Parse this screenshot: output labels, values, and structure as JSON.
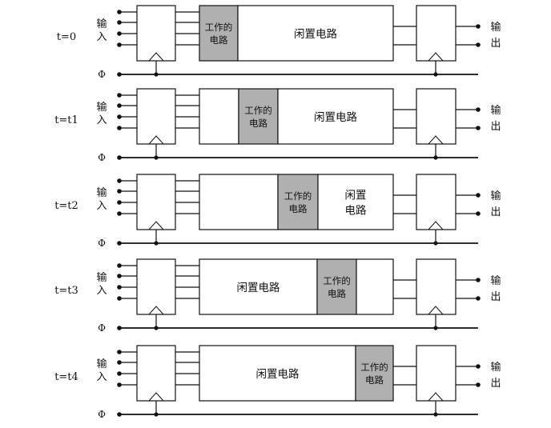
{
  "rows": [
    {
      "time_label": "t=0",
      "input_label": [
        "输",
        "入"
      ],
      "output_label": [
        "输",
        "出"
      ],
      "clock_label": "Φ",
      "blocks": [
        {
          "kind": "working",
          "lines": [
            "工作的",
            "电路"
          ]
        },
        {
          "kind": "idle",
          "lines": [
            "闲置电路"
          ]
        }
      ]
    },
    {
      "time_label": "t=t1",
      "input_label": [
        "输",
        "入"
      ],
      "output_label": [
        "输",
        "出"
      ],
      "clock_label": "Φ",
      "blocks": [
        {
          "kind": "blank",
          "lines": []
        },
        {
          "kind": "working",
          "lines": [
            "工作的",
            "电路"
          ]
        },
        {
          "kind": "idle",
          "lines": [
            "闲置电路"
          ]
        }
      ]
    },
    {
      "time_label": "t=t2",
      "input_label": [
        "输",
        "入"
      ],
      "output_label": [
        "输",
        "出"
      ],
      "clock_label": "Φ",
      "blocks": [
        {
          "kind": "blank",
          "lines": []
        },
        {
          "kind": "working",
          "lines": [
            "工作的",
            "电路"
          ]
        },
        {
          "kind": "idle",
          "lines": [
            "闲置",
            "电路"
          ]
        }
      ]
    },
    {
      "time_label": "t=t3",
      "input_label": [
        "输",
        "入"
      ],
      "output_label": [
        "输",
        "出"
      ],
      "clock_label": "Φ",
      "blocks": [
        {
          "kind": "idle",
          "lines": [
            "闲置电路"
          ]
        },
        {
          "kind": "working",
          "lines": [
            "工作的",
            "电路"
          ]
        },
        {
          "kind": "blank",
          "lines": []
        }
      ]
    },
    {
      "time_label": "t=t4",
      "input_label": [
        "输",
        "入"
      ],
      "output_label": [
        "输",
        "出"
      ],
      "clock_label": "Φ",
      "blocks": [
        {
          "kind": "idle",
          "lines": [
            "闲置电路"
          ]
        },
        {
          "kind": "working",
          "lines": [
            "工作的",
            "电路"
          ]
        }
      ]
    }
  ],
  "colors": {
    "working_fill": "#b0b0b0",
    "idle_fill": "#ffffff",
    "line": "#111111"
  }
}
